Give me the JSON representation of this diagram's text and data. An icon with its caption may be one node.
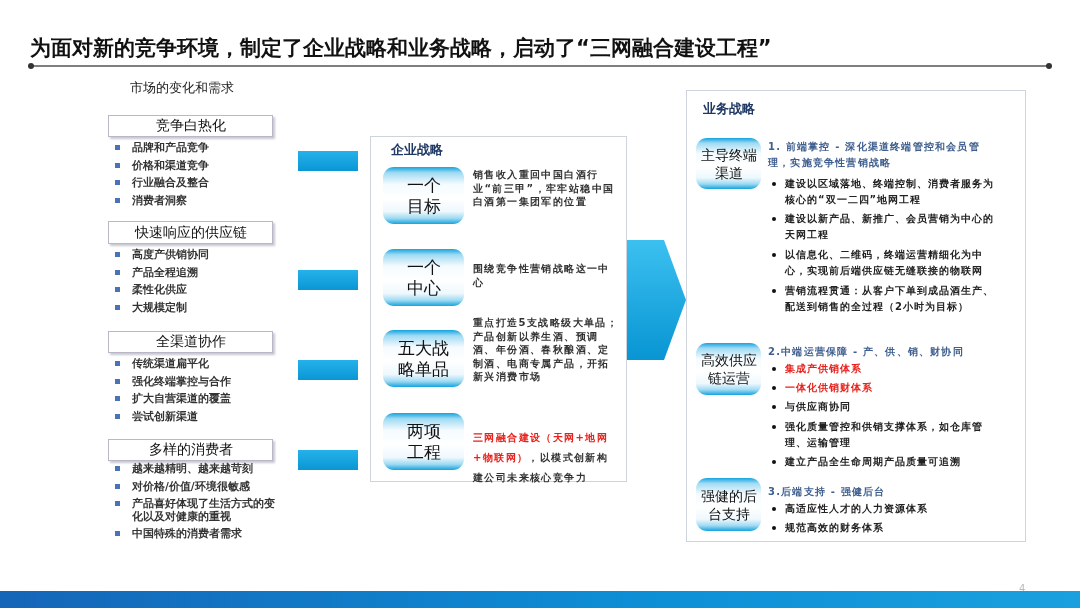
{
  "diagram": {
    "title": "为面对新的竞争环境，制定了企业战略和业务战略，启动了“三网融合建设工程”",
    "nodes": [
      {
        "text": [
          "竞争白热化"
        ],
        "beside": [
          "品牌和产品竞争",
          "价格和渠道竞争",
          "行业融合及整合",
          "消费者洞察"
        ]
      },
      {
        "text": [
          "快速响应的供应链"
        ],
        "beside": [
          "高度产供销协同",
          "产品全程追溯",
          "柔性化供应",
          "大规模定制"
        ]
      },
      {
        "text": [
          "全渠道协作"
        ],
        "beside": [
          "传统渠道扁平化",
          "强化终端掌控与合作",
          "扩大自营渠道的覆盖",
          "尝试创新渠道"
        ]
      },
      {
        "text": [
          "多样的消费者"
        ],
        "beside": [
          "越来越精明、越来越苛刻",
          "对价格/价值/环境很敏感",
          "产品喜好体现了生活方式的变化以及对健康的重视",
          "中国特殊的消费者需求"
        ]
      },
      {
        "text": [
          "企业战略"
        ]
      },
      {
        "text": [
          "一个目标"
        ],
        "in": 4,
        "beside": [
          "销售收入重回中国白酒行业“前三甲”，牢牢站稳中国白酒第一集团军的位置"
        ]
      },
      {
        "text": [
          "一个中心"
        ],
        "in": 4,
        "beside": [
          "围绕竞争性营销战略这一中心"
        ]
      },
      {
        "text": [
          "五大战略单品"
        ],
        "in": 4,
        "beside": [
          "重点打造5支战略级大单品；产品创新以养生酒、预调酒、年份酒、春秋酿酒、定制酒、电商专属产品，开拓新兴消费市场"
        ]
      },
      {
        "text": [
          "两项工程"
        ],
        "in": 4,
        "beside": [
          "三网融合建设（天网+地网+物联网）",
          "，以模式创新构建公司未来核心竞争力"
        ]
      },
      {
        "text": [
          "业务战略"
        ]
      },
      {
        "text": [
          "主导终端渠道"
        ],
        "in": 9,
        "beside": [
          "1. 前端掌控 - 深化渠道终端管控和会员管理，实施竞争性营销战略",
          "建设以区域落地、终端控制、消费者服务为核心的“双一二四”地网工程",
          "建设以新产品、新推广、会员营销为中心的天网工程",
          "以信息化、二维码，终端运营精细化为中心，实现前后端供应链无缝联接的物联网",
          "营销流程贯通：从客户下单到成品酒生产、配送到销售的全过程（2小时为目标）"
        ]
      },
      {
        "text": [
          "高效供应链运营"
        ],
        "in": 9,
        "beside": [
          "2.中端运营保障 - 产、供、销、财协同",
          "集成产供销体系",
          "一体化供销财体系",
          "与供应商协同",
          "强化质量管控和供销支撑体系，如仓库管理、运输管理",
          "建立产品全生命周期产品质量可追溯"
        ]
      },
      {
        "text": [
          "强健的后台支持"
        ],
        "in": 9,
        "beside": [
          "3.后端支持 - 强健后台",
          "高适应性人才的人力资源体系",
          "规范高效的财务体系"
        ]
      }
    ],
    "edges": [
      {
        "from": 4,
        "to": 9,
        "arrow": "to"
      }
    ],
    "labels": [
      "市场的变化和需求",
      "4"
    ]
  }
}
